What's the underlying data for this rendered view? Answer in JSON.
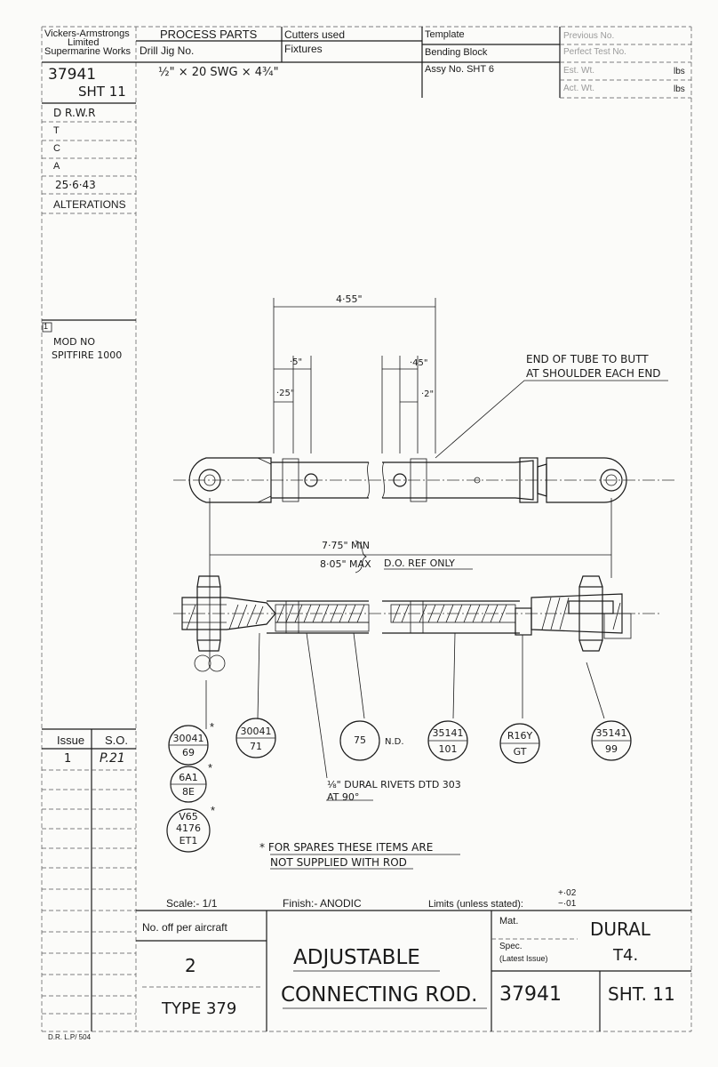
{
  "title_block": {
    "company_line1": "Vickers-Armstrongs",
    "company_line2": "Limited",
    "company_line3": "Supermarine Works",
    "process_parts": "PROCESS PARTS",
    "drill_jig": "Drill Jig No.",
    "cutters": "Cutters used",
    "fixtures": "Fixtures",
    "template": "Template",
    "bending_block": "Bending Block",
    "assy_no": "Assy No.  SHT 6",
    "previous_no": "Previous No.",
    "perfect_test": "Perfect Test No.",
    "est_wt": "Est. Wt.",
    "act_wt": "Act. Wt.",
    "lbs1": "lbs",
    "lbs2": "lbs",
    "material_size": "½\" × 20 SWG × 4¾\""
  },
  "left_column": {
    "drawing_no": "37941",
    "sheet": "SHT 11",
    "d_row": "D   R.W.R",
    "t_row": "T",
    "c_row": "C",
    "a_row": "A",
    "date": "25·6·43",
    "alterations": "ALTERATIONS",
    "mod_box": "1",
    "mod_no": "MOD NO",
    "mod_aircraft": "SPITFIRE 1000",
    "issue_header": "Issue",
    "so_header": "S.O.",
    "issue_value": "1",
    "so_value": "P.21"
  },
  "dimensions": {
    "overall_top": "4·55\"",
    "left_offset": "·5\"",
    "left_small": "·25\"",
    "right_offset": "·45\"",
    "right_small": "·2\"",
    "length_min": "7·75\" MIN",
    "length_max": "8·05\" MAX",
    "do_ref": "D.O. REF ONLY",
    "note_tube_1": "END OF TUBE TO BUTT",
    "note_tube_2": "AT SHOULDER EACH END",
    "rivets_1": "⅛\" DURAL RIVETS DTD 303",
    "rivets_2": "AT 90°",
    "nd": "N.D."
  },
  "parts": [
    {
      "top": "30041",
      "bottom": "69"
    },
    {
      "top": "30041",
      "bottom": "71"
    },
    {
      "top": "75",
      "bottom": ""
    },
    {
      "top": "35141",
      "bottom": "101"
    },
    {
      "top": "R16Y",
      "bottom": "GT"
    },
    {
      "top": "35141",
      "bottom": "99"
    },
    {
      "top": "6A1",
      "bottom": "8E"
    },
    {
      "top": "V65",
      "bottom": "4176",
      "extra": "ET1"
    }
  ],
  "spares_note_1": "* FOR SPARES THESE ITEMS ARE",
  "spares_note_2": "NOT SUPPLIED WITH ROD",
  "bottom": {
    "scale": "Scale:-  1/1",
    "finish": "Finish:-  ANODIC",
    "limits": "Limits (unless stated):",
    "tol_plus": "+·02",
    "tol_minus": "−·01",
    "no_off": "No. off per aircraft",
    "quantity": "2",
    "type": "TYPE  379",
    "title_1": "ADJUSTABLE",
    "title_2": "CONNECTING ROD.",
    "mat_label": "Mat.",
    "material": "DURAL",
    "spec_label": "Spec.",
    "spec_sub": "(Latest Issue)",
    "spec": "T4.",
    "drawing_no": "37941",
    "sheet": "SHT. 11",
    "form_no": "D.R. L.P/ 504"
  }
}
